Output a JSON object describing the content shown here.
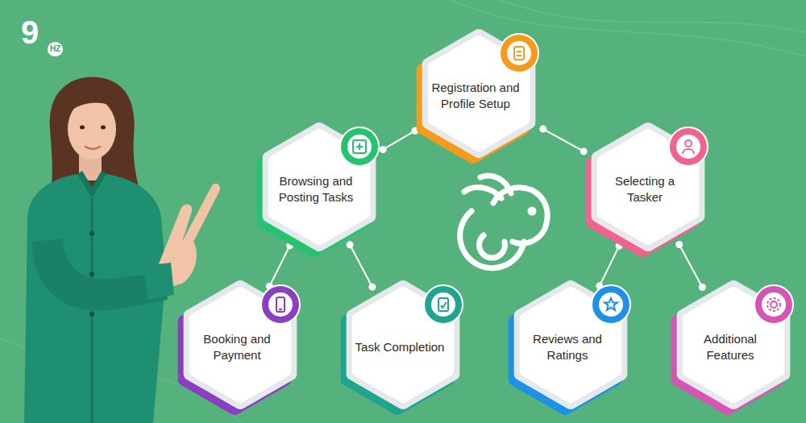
{
  "diagram": {
    "nodes": [
      {
        "text": [
          "Registration and Profile Setup"
        ]
      },
      {
        "text": [
          "Browsing and Posting Tasks"
        ]
      },
      {
        "text": [
          "Selecting a Tasker"
        ]
      },
      {
        "text": [
          "Booking and Payment"
        ]
      },
      {
        "text": [
          "Task Completion"
        ]
      },
      {
        "text": [
          "Reviews and Ratings"
        ]
      },
      {
        "text": [
          "Additional Features"
        ]
      }
    ],
    "edges": [
      {
        "from": 0,
        "to": 1,
        "arrow": "none"
      },
      {
        "from": 0,
        "to": 2,
        "arrow": "none"
      },
      {
        "from": 1,
        "to": 3,
        "arrow": "none"
      },
      {
        "from": 1,
        "to": 4,
        "arrow": "none"
      },
      {
        "from": 2,
        "to": 5,
        "arrow": "none"
      },
      {
        "from": 2,
        "to": 6,
        "arrow": "none"
      }
    ],
    "labels": [
      "9",
      "HZ"
    ]
  }
}
